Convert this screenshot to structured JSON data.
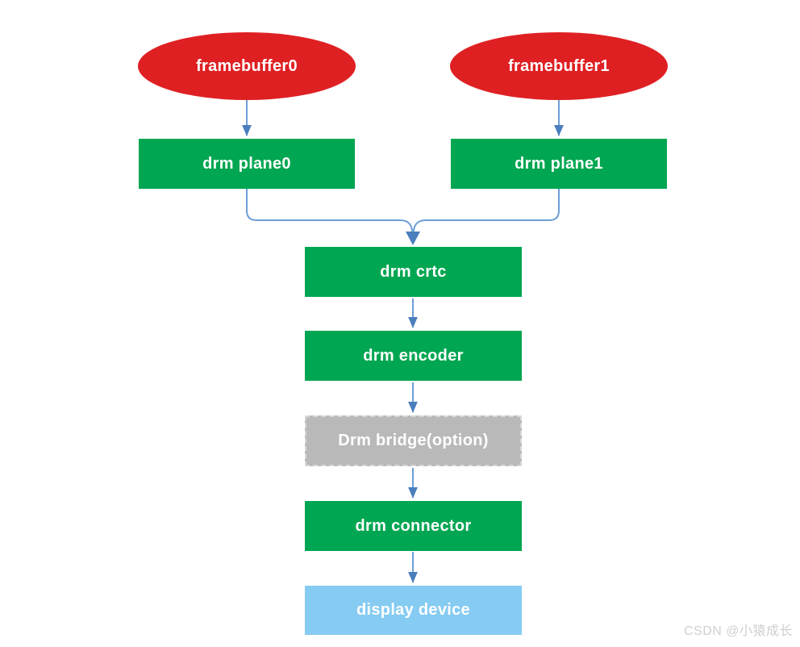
{
  "diagram": {
    "type": "flowchart",
    "nodes": {
      "framebuffer0": {
        "label": "framebuffer0",
        "shape": "ellipse",
        "color": "#DF2023"
      },
      "framebuffer1": {
        "label": "framebuffer1",
        "shape": "ellipse",
        "color": "#DF2023"
      },
      "plane0": {
        "label": "drm plane0",
        "shape": "rect",
        "color": "#00A651"
      },
      "plane1": {
        "label": "drm plane1",
        "shape": "rect",
        "color": "#00A651"
      },
      "crtc": {
        "label": "drm crtc",
        "shape": "rect",
        "color": "#00A651"
      },
      "encoder": {
        "label": "drm encoder",
        "shape": "rect",
        "color": "#00A651"
      },
      "bridge": {
        "label": "Drm bridge(option)",
        "shape": "rect-dashed",
        "color": "#B9B9B9"
      },
      "connector": {
        "label": "drm connector",
        "shape": "rect",
        "color": "#00A651"
      },
      "display": {
        "label": "display device",
        "shape": "rect",
        "color": "#85CBF2"
      }
    },
    "edges": [
      {
        "from": "framebuffer0",
        "to": "plane0"
      },
      {
        "from": "framebuffer1",
        "to": "plane1"
      },
      {
        "from": "plane0",
        "to": "crtc"
      },
      {
        "from": "plane1",
        "to": "crtc"
      },
      {
        "from": "crtc",
        "to": "encoder"
      },
      {
        "from": "encoder",
        "to": "bridge"
      },
      {
        "from": "bridge",
        "to": "connector"
      },
      {
        "from": "connector",
        "to": "display"
      }
    ],
    "colors": {
      "arrow_line": "#6C9FD6",
      "arrow_head": "#4A7EBD",
      "text": "#FFFFFF",
      "background": "#FFFFFF"
    }
  },
  "watermark": {
    "text": "CSDN @小猿成长",
    "color": "#CFCFCF"
  }
}
